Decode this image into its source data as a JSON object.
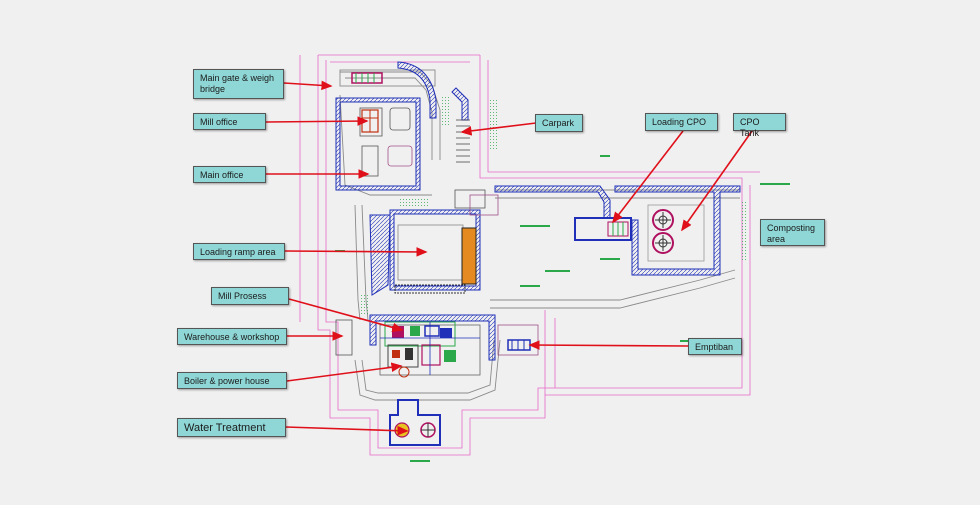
{
  "labels": {
    "main_gate": "Main gate & weigh bridge",
    "mill_office": "Mill office",
    "main_office": "Main office",
    "loading_ramp": "Loading ramp area",
    "mill_prosess": "Mill Prosess",
    "warehouse": "Warehouse & workshop",
    "boiler": "Boiler & power house",
    "water_treatment": "Water Treatment",
    "carpark": "Carpark",
    "loading_cpo": "Loading CPO",
    "cpo_tank": "CPO Tank",
    "composting": "Composting area",
    "emptiban": "Emptiban"
  },
  "colors": {
    "background": "#f0f0f0",
    "label_fill": "#8fd7d6",
    "arrow": "#e0101a",
    "boundary": "#e868c8",
    "structure_blue": "#1f2fb8",
    "road_grey": "#8a8a8a",
    "green": "#2aa84a"
  }
}
